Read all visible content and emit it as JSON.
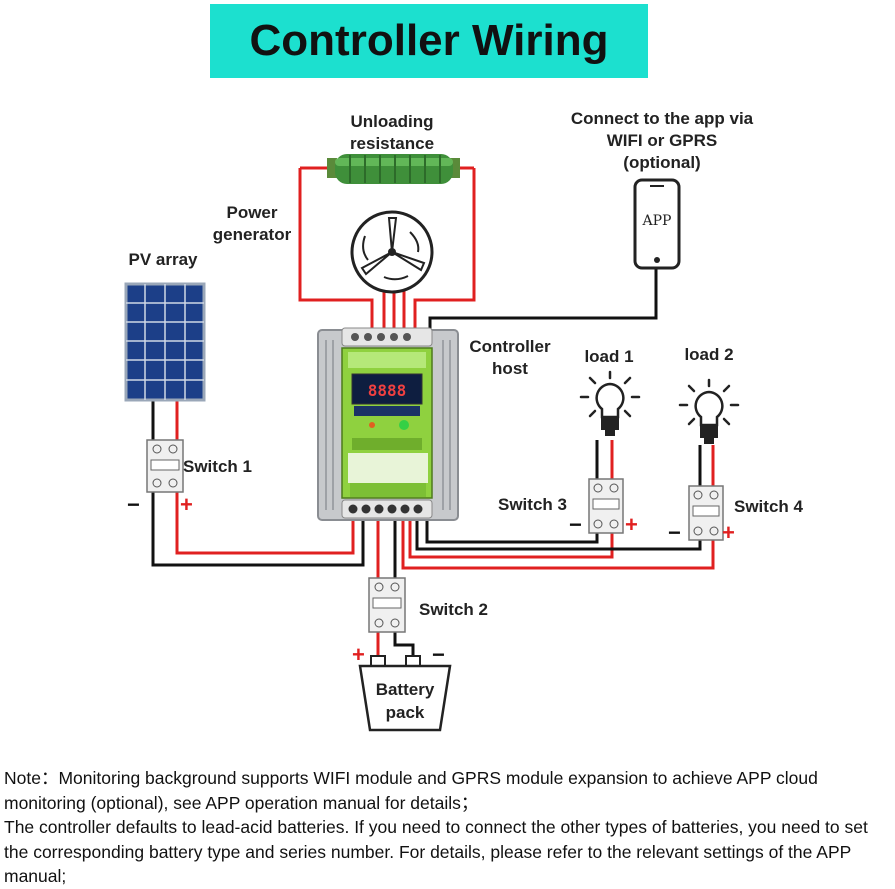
{
  "title": "Controller Wiring",
  "labels": {
    "unloading_resistance": [
      "Unloading",
      "resistance"
    ],
    "app_connect": [
      "Connect to the app via",
      "WIFI or GPRS",
      "(optional)"
    ],
    "phone_app": "APP",
    "power_generator": [
      "Power",
      "generator"
    ],
    "pv_array": "PV array",
    "controller_host": [
      "Controller",
      "host"
    ],
    "load1": "load 1",
    "load2": "load 2",
    "switch1": "Switch 1",
    "switch2": "Switch 2",
    "switch3": "Switch 3",
    "switch4": "Switch 4",
    "battery_pack": [
      "Battery",
      "pack"
    ],
    "plus": "+",
    "minus": "−",
    "display_digits": "8888"
  },
  "colors": {
    "title_background": "#1ce0cf",
    "positive_wire": "#e02020",
    "negative_wire": "#111111",
    "controller_panel": "#8fd13f"
  },
  "notes": [
    "Note：Monitoring background supports WIFI module and GPRS module expansion to achieve APP cloud monitoring (optional), see  APP operation manual for details；",
    "The controller defaults to lead-acid batteries. If you need to connect the other types of batteries, you need to set the corresponding battery type and series number. For details, please refer to the relevant settings of the APP manual;"
  ]
}
